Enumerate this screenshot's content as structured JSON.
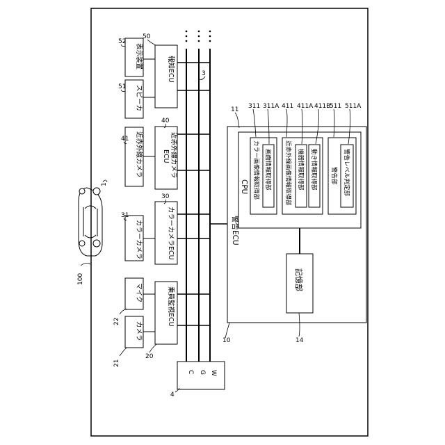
{
  "figure": {
    "system_ref": "100",
    "vehicle_ref": "1",
    "bus": {
      "ref": "3",
      "labels": [
        "C",
        "G",
        "W"
      ],
      "junction_ref": "4"
    },
    "occupant_monitor_ecu": {
      "ref": "20",
      "label": "乗員監視ECU"
    },
    "camera": {
      "ref": "21",
      "label": "カメラ"
    },
    "mic": {
      "ref": "22",
      "label": "マイク"
    },
    "color_camera_ecu": {
      "ref": "30",
      "label": "カラーカメラECU"
    },
    "color_camera": {
      "ref": "31",
      "label": "カラーカメラ"
    },
    "nir_camera_ecu": {
      "ref": "40",
      "label_line1": "近赤外線カメラ",
      "label_line2": "ECU"
    },
    "nir_camera": {
      "ref": "41",
      "label": "近赤外線カメラ"
    },
    "notify_ecu": {
      "ref": "50",
      "label": "報知ECU"
    },
    "speaker": {
      "ref": "51",
      "label": "スピーカ"
    },
    "display": {
      "ref": "52",
      "label": "表示装置"
    },
    "warning_ecu": {
      "ref": "10",
      "label": "警告ECU",
      "sub_ref": "11"
    },
    "cpu": {
      "label": "CPU",
      "color_info": {
        "ref": "311",
        "label": "カラー画像情報取得部"
      },
      "face_info": {
        "ref": "311A",
        "label": "画面情報取得部"
      },
      "nir_info": {
        "ref": "411",
        "label": "近赤外線画像情報取得部"
      },
      "posture_info": {
        "ref": "411A",
        "label": "機器情報取得部"
      },
      "motion_info": {
        "ref": "411B",
        "label": "動き情報取得部"
      },
      "warning": {
        "ref": "511",
        "label": "警告部"
      },
      "warning_level": {
        "ref": "511A",
        "label": "警告レベル判定部"
      }
    },
    "storage": {
      "ref": "14",
      "label": "記憶部"
    },
    "ellipsis": "⋮"
  }
}
